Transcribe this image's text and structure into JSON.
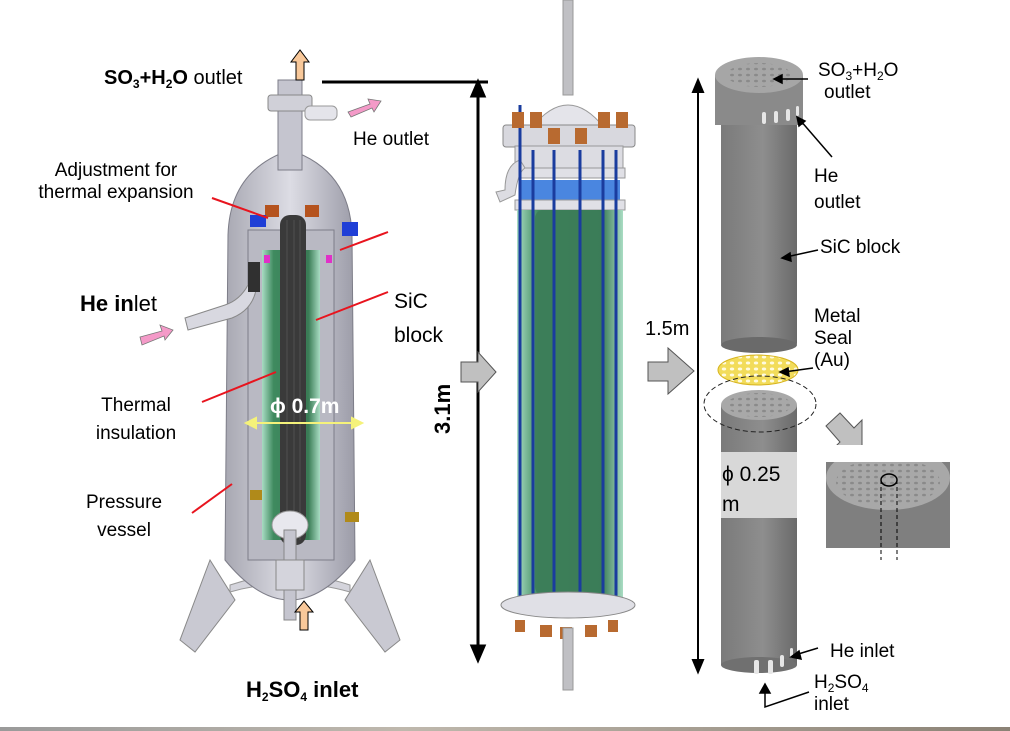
{
  "left_vessel": {
    "top_outlet": {
      "prefix": "SO",
      "sub1": "3",
      "mid": "+H",
      "sub2": "2",
      "suffix": "O",
      "rest": " outlet"
    },
    "he_outlet": "He outlet",
    "adjustment_line1": "Adjustment for",
    "adjustment_line2": "thermal expansion",
    "he_inlet_bold": "He in",
    "he_inlet_rest": "let",
    "sic_line1": "SiC",
    "sic_line2": "block",
    "thermal_line1": "Thermal",
    "thermal_line2": "insulation",
    "diameter": "ϕ 0.7m",
    "pressure_line1": "Pressure",
    "pressure_line2": "vessel",
    "bottom_inlet": {
      "prefix": "H",
      "sub1": "2",
      "mid": "SO",
      "sub2": "4",
      "rest": " inlet"
    }
  },
  "middle_assembly": {
    "height_label": "3.1m"
  },
  "right_block": {
    "height_label": "1.5m",
    "top_outlet": {
      "prefix": "SO",
      "sub1": "3",
      "mid": "+H",
      "sub2": "2",
      "suffix": "O",
      "line2": "outlet"
    },
    "he_outlet_line1": "He",
    "he_outlet_line2": "outlet",
    "sic_block": "SiC block",
    "metal_line1": "Metal",
    "metal_line2": "Seal",
    "metal_line3": "(Au)",
    "diameter_line1": "ϕ 0.25",
    "diameter_line2": "m",
    "he_inlet": "He inlet",
    "bottom_inlet": {
      "prefix": "H",
      "sub1": "2",
      "mid": "SO",
      "sub2": "4",
      "line2": "inlet"
    }
  },
  "colors": {
    "arrow_flow": "#f8c89a",
    "arrow_he": "#f49ac8",
    "leader_red": "#e8141e",
    "block_gray": "#6e6e6e",
    "insulation_green": "#3f8a5f",
    "rod_blue": "#1a3c9e",
    "seal_gold": "#f2dc5a",
    "big_arrow": "#c0c0c0"
  }
}
